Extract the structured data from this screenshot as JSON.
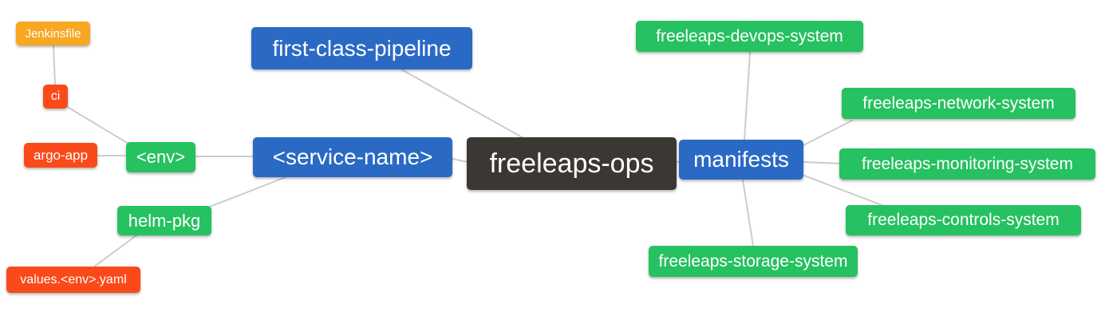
{
  "palette": {
    "blue": "#2a6ac5",
    "green": "#26c160",
    "red": "#fb4a1a",
    "amber": "#f7a722",
    "dark": "#3b3834",
    "edge": "#cccccc",
    "text": "#ffffff",
    "background": "#ffffff"
  },
  "nodes": {
    "jenkinsfile": {
      "label": "Jenkinsfile",
      "color": "amber"
    },
    "ci": {
      "label": "ci",
      "color": "red"
    },
    "argo_app": {
      "label": "argo-app",
      "color": "red"
    },
    "env": {
      "label": "<env>",
      "color": "green"
    },
    "helm_pkg": {
      "label": "helm-pkg",
      "color": "green"
    },
    "values_yaml": {
      "label": "values.<env>.yaml",
      "color": "red"
    },
    "first_class_pipeline": {
      "label": "first-class-pipeline",
      "color": "blue"
    },
    "service_name": {
      "label": "<service-name>",
      "color": "blue"
    },
    "freeleaps_ops": {
      "label": "freeleaps-ops",
      "color": "dark"
    },
    "manifests": {
      "label": "manifests",
      "color": "blue"
    },
    "devops_system": {
      "label": "freeleaps-devops-system",
      "color": "green"
    },
    "network_system": {
      "label": "freeleaps-network-system",
      "color": "green"
    },
    "monitoring_system": {
      "label": "freeleaps-monitoring-system",
      "color": "green"
    },
    "controls_system": {
      "label": "freeleaps-controls-system",
      "color": "green"
    },
    "storage_system": {
      "label": "freeleaps-storage-system",
      "color": "green"
    }
  },
  "edges": [
    {
      "from": "jenkinsfile",
      "to": "ci"
    },
    {
      "from": "ci",
      "to": "env"
    },
    {
      "from": "argo_app",
      "to": "env"
    },
    {
      "from": "env",
      "to": "service_name"
    },
    {
      "from": "helm_pkg",
      "to": "service_name"
    },
    {
      "from": "values_yaml",
      "to": "helm_pkg"
    },
    {
      "from": "first_class_pipeline",
      "to": "freeleaps_ops"
    },
    {
      "from": "service_name",
      "to": "freeleaps_ops"
    },
    {
      "from": "freeleaps_ops",
      "to": "manifests"
    },
    {
      "from": "manifests",
      "to": "devops_system"
    },
    {
      "from": "manifests",
      "to": "network_system"
    },
    {
      "from": "manifests",
      "to": "monitoring_system"
    },
    {
      "from": "manifests",
      "to": "controls_system"
    },
    {
      "from": "manifests",
      "to": "storage_system"
    }
  ]
}
